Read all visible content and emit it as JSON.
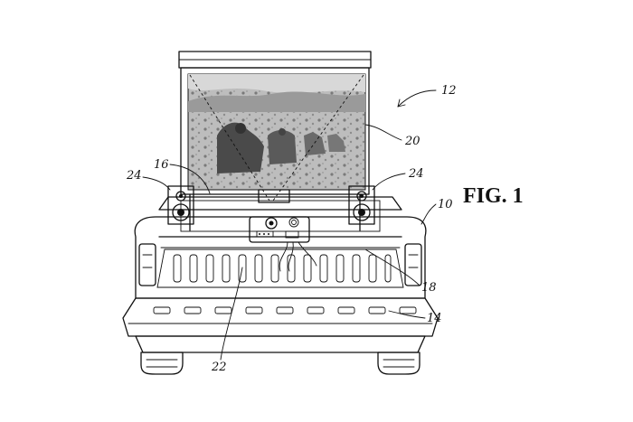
{
  "figure": {
    "label": "FIG. 1",
    "reference_numerals": {
      "assembly": "12",
      "projection_screen": "20",
      "projector_light": "16",
      "speaker_left": "24",
      "speaker_right": "24",
      "truck": "10",
      "truck_bed": "18",
      "tailgate": "14",
      "projector": "22"
    }
  }
}
